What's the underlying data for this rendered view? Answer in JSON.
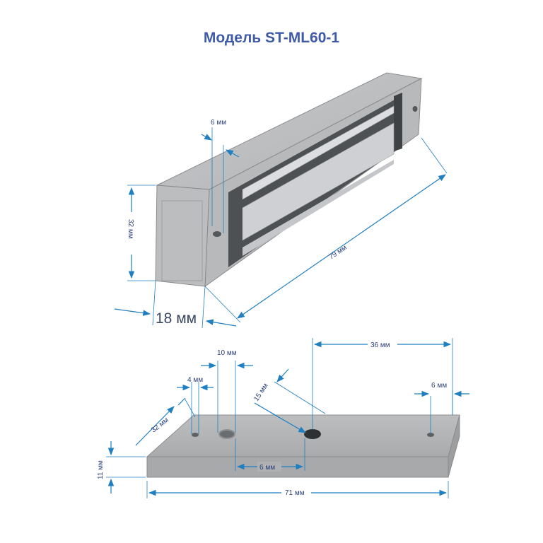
{
  "title": "Модель ST-ML60-1",
  "dimensions": {
    "top_hole": "6 мм",
    "height": "32 мм",
    "length": "79 мм",
    "width": "18 мм",
    "hole_spacing_10": "10 мм",
    "hole_4": "4 мм",
    "diag_32": "32 мм",
    "diag_15": "15 мм",
    "offset_36": "36 мм",
    "hole_right_6": "6 мм",
    "thickness": "11 мм",
    "bottom_6": "6 мм",
    "plate_length": "71 мм"
  },
  "colors": {
    "accent": "#1f7fc0",
    "title": "#3f5ba8",
    "body": "#b4b5b7"
  }
}
